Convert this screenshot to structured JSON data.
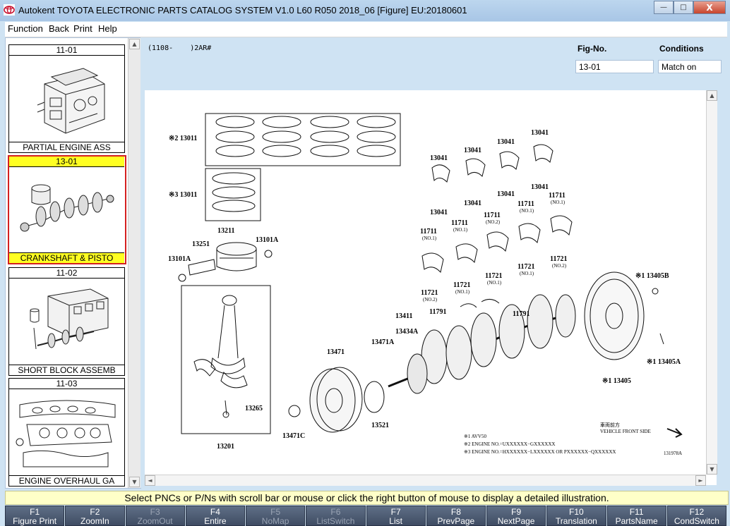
{
  "window": {
    "title": "Autokent TOYOTA ELECTRONIC PARTS CATALOG SYSTEM V1.0 L60 R050 2018_06 [Figure] EU:20180601",
    "minimize": "—",
    "maximize": "□",
    "close": "X"
  },
  "menu": [
    "Function",
    "Back",
    "Print",
    "Help"
  ],
  "thumbnails": [
    {
      "code": "11-01",
      "name": "PARTIAL ENGINE ASS",
      "selected": false
    },
    {
      "code": "13-01",
      "name": "CRANKSHAFT & PISTO",
      "selected": true
    },
    {
      "code": "11-02",
      "name": "SHORT BLOCK ASSEMB",
      "selected": false
    },
    {
      "code": "11-03",
      "name": "ENGINE OVERHAUL GA",
      "selected": false
    }
  ],
  "figure": {
    "header_code": "(1108-    )2AR#",
    "fig_no_label": "Fig-No.",
    "fig_no_value": "13-01",
    "conditions_label": "Conditions",
    "conditions_value": "Match on",
    "parts": {
      "p13011a": "※2 13011",
      "p13011b": "※3 13011",
      "p13211": "13211",
      "p13251": "13251",
      "p13101a": "13101A",
      "p13101b": "13101A",
      "p13265": "13265",
      "p13201": "13201",
      "p13041": "13041",
      "p11711": "11711",
      "p11721": "11721",
      "no1": "(NO.1)",
      "no2": "(NO.2)",
      "p11791": "11791",
      "p13411": "13411",
      "p13434a": "13434A",
      "p13471a": "13471A",
      "p13471": "13471",
      "p13471c": "13471C",
      "p13521": "13521",
      "p13405b": "※1 13405B",
      "p13405a": "※1 13405A",
      "p13405": "※1 13405",
      "front_jp": "車両前方",
      "front_en": "VEHICLE FRONT SIDE",
      "note1": "※1 AVV50",
      "note2": "※2 ENGINE NO.=UXXXXXX−GXXXXXX",
      "note3": "※3 ENGINE NO.=HXXXXXX−LXXXXXX OR PXXXXXX−QXXXXXX",
      "illus_no": "131978A"
    }
  },
  "status": "Select PNCs or P/Ns with scroll bar or mouse or click the right button of mouse to display a detailed illustration.",
  "function_keys": [
    {
      "key": "F1",
      "label": "Figure Print",
      "enabled": true
    },
    {
      "key": "F2",
      "label": "ZoomIn",
      "enabled": true
    },
    {
      "key": "F3",
      "label": "ZoomOut",
      "enabled": false
    },
    {
      "key": "F4",
      "label": "Entire",
      "enabled": true
    },
    {
      "key": "F5",
      "label": "NoMap",
      "enabled": false
    },
    {
      "key": "F6",
      "label": "ListSwitch",
      "enabled": false
    },
    {
      "key": "F7",
      "label": "List",
      "enabled": true
    },
    {
      "key": "F8",
      "label": "PrevPage",
      "enabled": true
    },
    {
      "key": "F9",
      "label": "NextPage",
      "enabled": true
    },
    {
      "key": "F10",
      "label": "Translation",
      "enabled": true
    },
    {
      "key": "F11",
      "label": "PartsName",
      "enabled": true
    },
    {
      "key": "F12",
      "label": "CondSwitch",
      "enabled": true
    }
  ]
}
